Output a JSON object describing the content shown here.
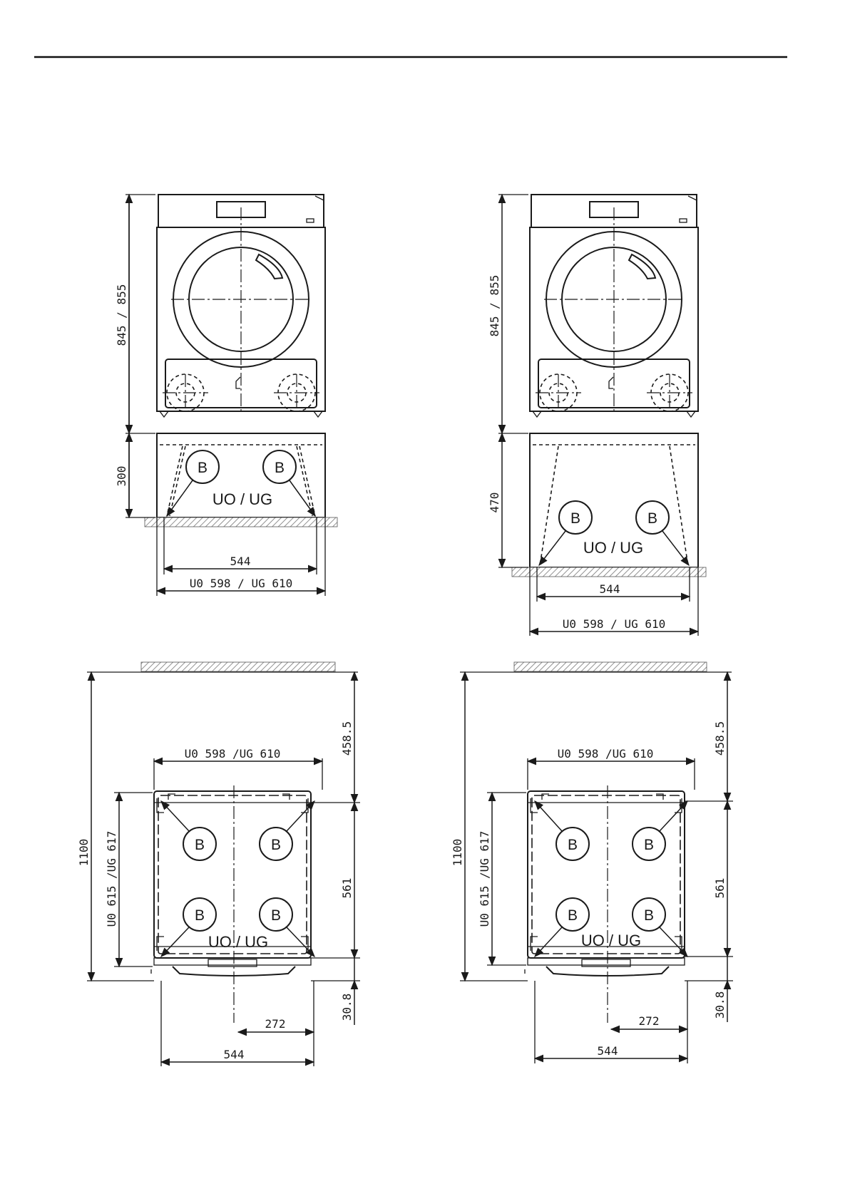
{
  "callout_letter": "B",
  "model_label": "UO / UG",
  "left_front": {
    "height_machine": "845 / 855",
    "height_base": "300",
    "width_feet": "544",
    "width_total": "U0 598 / UG 610"
  },
  "right_front": {
    "height_machine": "845 / 855",
    "height_base": "470",
    "width_feet": "544",
    "width_total": "U0 598 / UG 610"
  },
  "left_top": {
    "width_total": "U0 598 /UG  610",
    "depth_total": "1100",
    "depth_body": "U0 615 /UG 617",
    "depth_rear": "458.5",
    "depth_mid": "561",
    "depth_front": "30.8",
    "width_half": "272",
    "width_feet": "544"
  },
  "right_top": {
    "width_total": "U0 598 /UG  610",
    "depth_total": "1100",
    "depth_body": "U0 615 /UG 617",
    "depth_rear": "458.5",
    "depth_mid": "561",
    "depth_front": "30.8",
    "width_half": "272",
    "width_feet": "544"
  }
}
